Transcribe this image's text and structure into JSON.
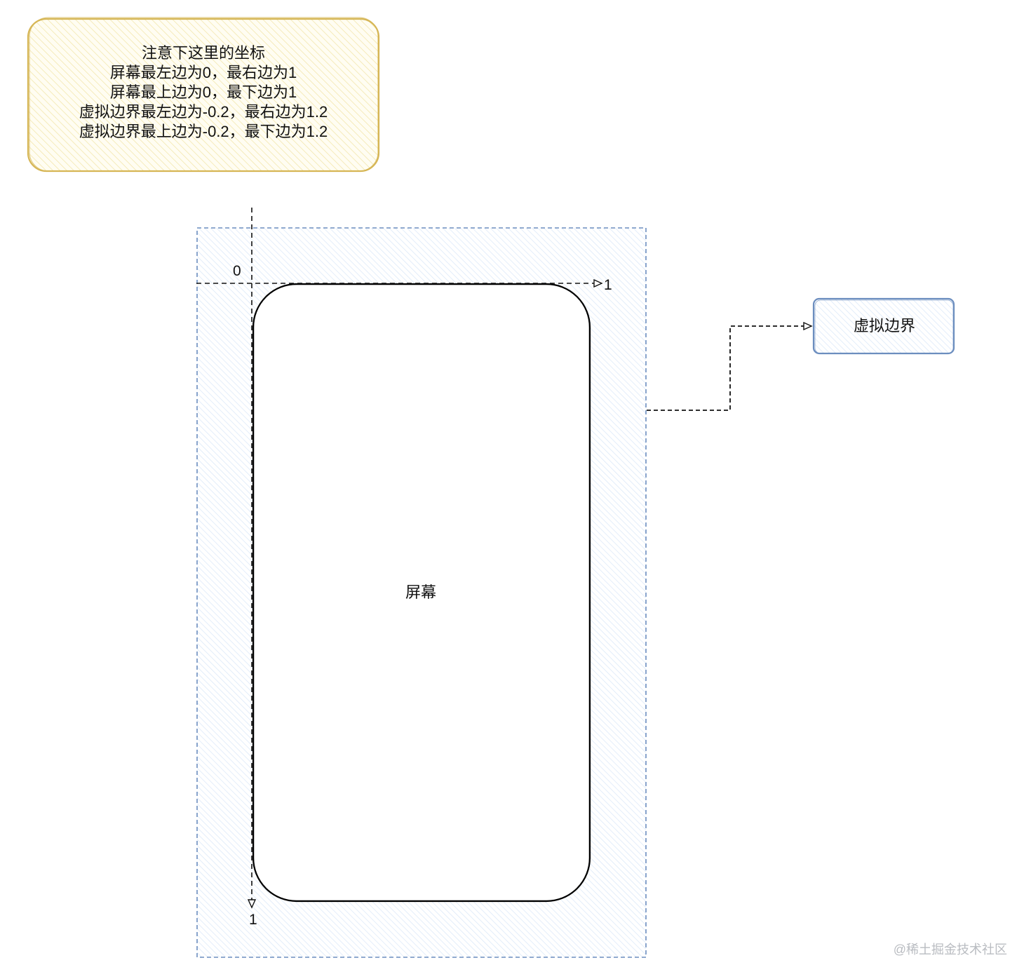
{
  "note": {
    "lines": [
      "注意下这里的坐标",
      "屏幕最左边为0，最右边为1",
      "屏幕最上边为0，最下边为1",
      "虚拟边界最左边为-0.2，最右边为1.2",
      "虚拟边界最上边为-0.2，最下边为1.2"
    ],
    "fill_color": "#fdf7d6",
    "stroke_color": "#d6b656"
  },
  "screen": {
    "label": "屏幕",
    "stroke_color": "#000000"
  },
  "virtual_boundary": {
    "label": "虚拟边界",
    "fill_color": "#dae8fc",
    "stroke_color": "#6c8ebf"
  },
  "axes": {
    "origin_label": "0",
    "x_end_label": "1",
    "y_end_label": "1"
  },
  "watermark": "@稀土掘金技术社区"
}
